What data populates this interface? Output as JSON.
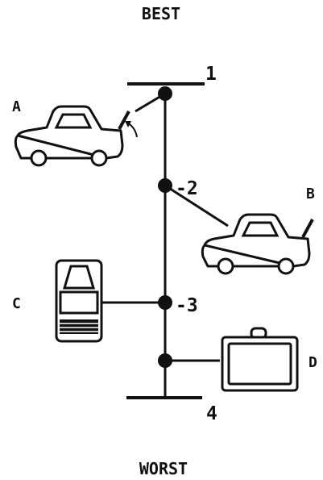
{
  "labels": {
    "top": "BEST",
    "bottom": "WORST"
  },
  "scale": {
    "ticks": [
      {
        "label": "1"
      },
      {
        "label": "-2"
      },
      {
        "label": "-3"
      },
      {
        "label": "4"
      }
    ]
  },
  "items": [
    {
      "id": "A",
      "label": "A",
      "icon": "car-open-trunk-icon"
    },
    {
      "id": "B",
      "label": "B",
      "icon": "car-open-trunk-icon"
    },
    {
      "id": "C",
      "label": "C",
      "icon": "car-rear-view-icon"
    },
    {
      "id": "D",
      "label": "D",
      "icon": "case-icon"
    }
  ],
  "colors": {
    "ink": "#111111",
    "paper": "#ffffff"
  }
}
